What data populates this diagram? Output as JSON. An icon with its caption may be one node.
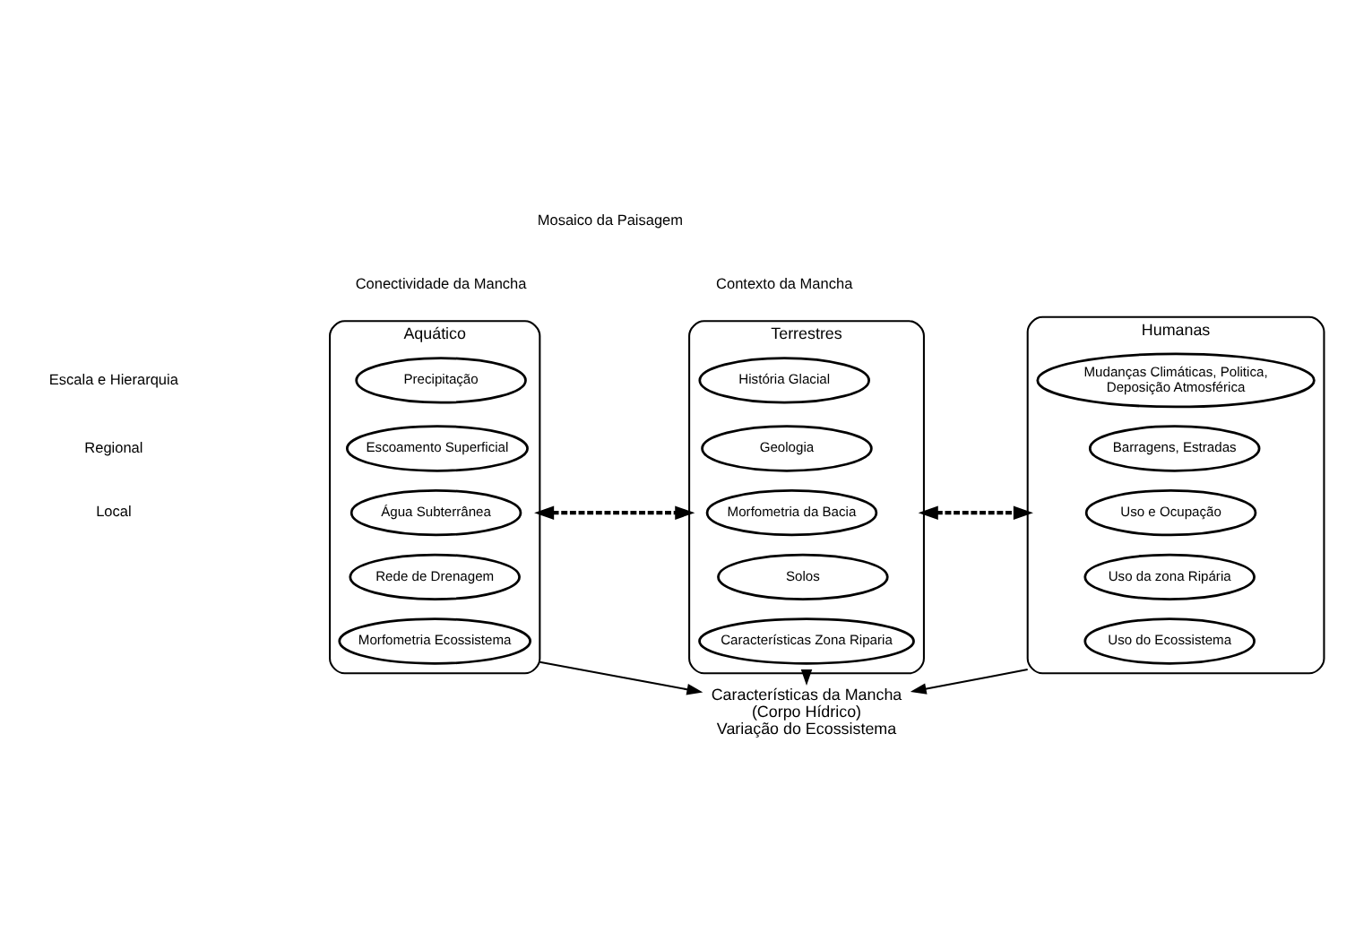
{
  "diagram": {
    "nodes": [
      {
        "text": [
          "Aquático"
        ]
      },
      {
        "text": [
          "Precipitação"
        ],
        "in": 0
      },
      {
        "text": [
          "Escoamento Superficial"
        ],
        "in": 0
      },
      {
        "text": [
          "Água Subterrânea"
        ],
        "in": 0
      },
      {
        "text": [
          "Rede de Drenagem"
        ],
        "in": 0
      },
      {
        "text": [
          "Morfometria Ecossistema"
        ],
        "in": 0
      },
      {
        "text": [
          "Terrestres"
        ]
      },
      {
        "text": [
          "História Glacial"
        ],
        "in": 6
      },
      {
        "text": [
          "Geologia"
        ],
        "in": 6
      },
      {
        "text": [
          "Morfometria da Bacia"
        ],
        "in": 6
      },
      {
        "text": [
          "Solos"
        ],
        "in": 6
      },
      {
        "text": [
          "Características Zona Riparia"
        ],
        "in": 6
      },
      {
        "text": [
          "Humanas"
        ]
      },
      {
        "text": [
          "Mudanças Climáticas, Politica, Deposição Atmosférica"
        ],
        "in": 12
      },
      {
        "text": [
          "Barragens, Estradas"
        ],
        "in": 12
      },
      {
        "text": [
          "Uso e Ocupação"
        ],
        "in": 12
      },
      {
        "text": [
          "Uso da zona Ripária"
        ],
        "in": 12
      },
      {
        "text": [
          "Uso do Ecossistema"
        ],
        "in": 12
      },
      {
        "text": [
          "Características da Mancha",
          "(Corpo Hídrico)",
          "Variação do Ecossistema"
        ]
      }
    ],
    "edges": [
      {
        "from": 0,
        "to": 6,
        "arrow": "both",
        "style": "dashed"
      },
      {
        "from": 6,
        "to": 12,
        "arrow": "both",
        "style": "dashed"
      },
      {
        "from": 0,
        "to": 18,
        "arrow": "to"
      },
      {
        "from": 6,
        "to": 18,
        "arrow": "to"
      },
      {
        "from": 12,
        "to": 18,
        "arrow": "to"
      }
    ],
    "labels": [
      "Mosaico da Paisagem",
      "Conectividade da Mancha",
      "Contexto da Mancha",
      "Escala e Hierarquia",
      "Regional",
      "Local"
    ]
  }
}
